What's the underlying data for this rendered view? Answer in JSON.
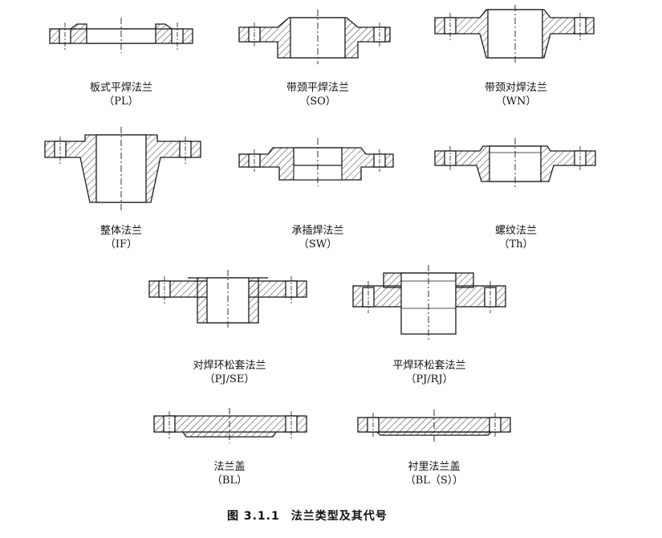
{
  "figure": {
    "number": "图 3.1.1",
    "title": "法兰类型及其代号"
  },
  "flanges": [
    {
      "name": "板式平焊法兰",
      "code": "（PL）"
    },
    {
      "name": "带颈平焊法兰",
      "code": "（SO）"
    },
    {
      "name": "带颈对焊法兰",
      "code": "（WN）"
    },
    {
      "name": "整体法兰",
      "code": "（IF）"
    },
    {
      "name": "承插焊法兰",
      "code": "（SW）"
    },
    {
      "name": "螺纹法兰",
      "code": "（Th）"
    },
    {
      "name": "对焊环松套法兰",
      "code": "（PJ/SE）"
    },
    {
      "name": "平焊环松套法兰",
      "code": "（PJ/RJ）"
    },
    {
      "name": "法兰盖",
      "code": "（BL）"
    },
    {
      "name": "衬里法兰盖",
      "code": "（BL（S））"
    }
  ],
  "colors": {
    "line": "#1a1a1a",
    "hatch": "#333333",
    "background": "#ffffff"
  }
}
